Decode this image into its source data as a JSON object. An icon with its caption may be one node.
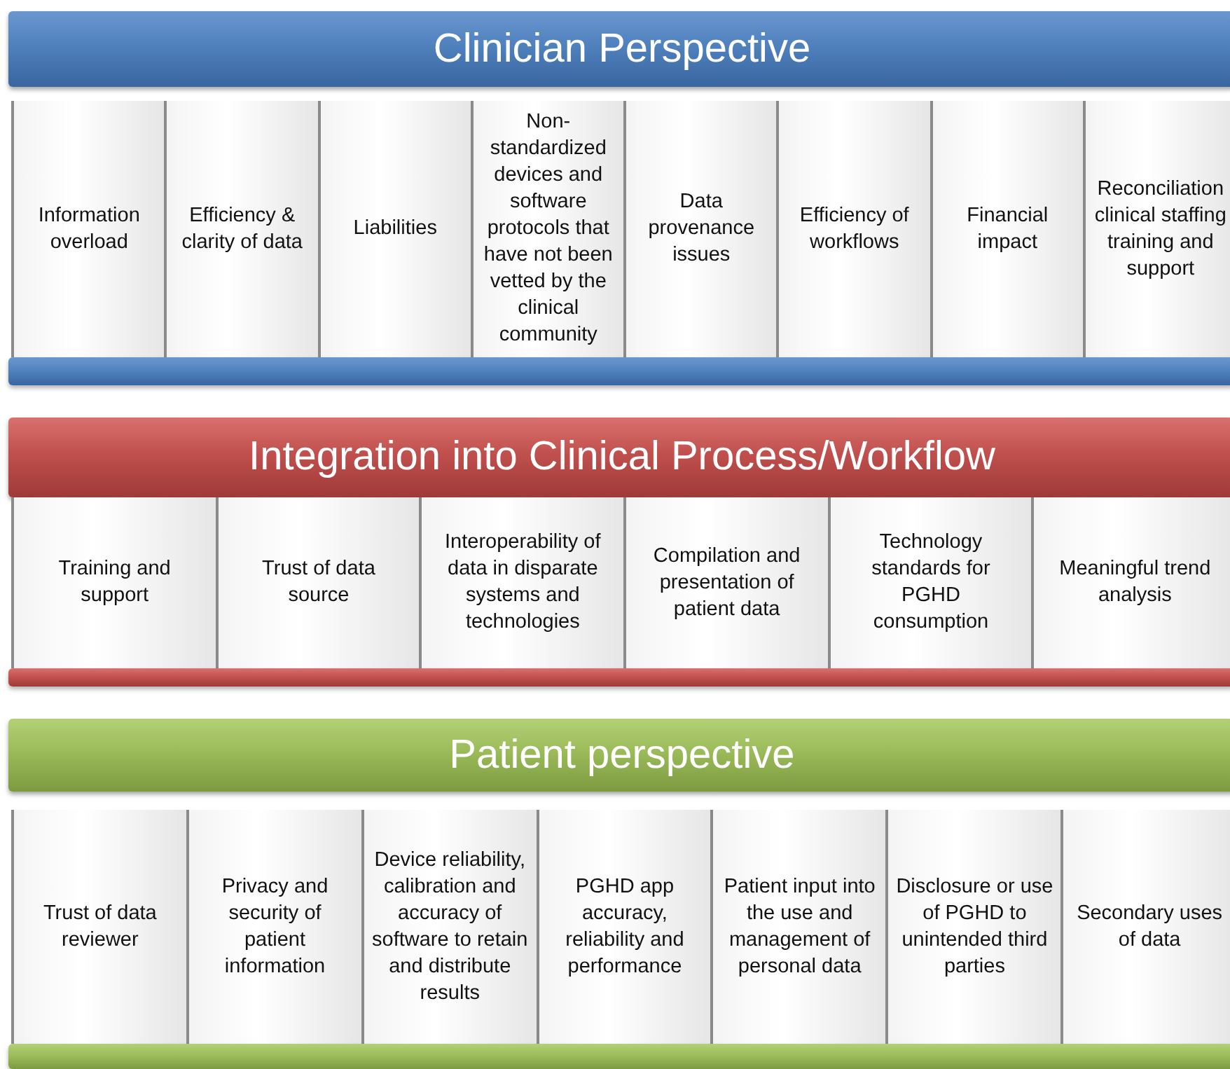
{
  "diagram": {
    "nodes": [
      {
        "text": [
          "Clinician Perspective"
        ]
      },
      {
        "text": [
          "Information overload"
        ]
      },
      {
        "text": [
          "Efficiency & clarity of data"
        ]
      },
      {
        "text": [
          "Liabilities"
        ]
      },
      {
        "text": [
          "Non-standardized devices and software protocols that have not been vetted by the clinical community"
        ]
      },
      {
        "text": [
          "Data provenance issues"
        ]
      },
      {
        "text": [
          "Efficiency of workflows"
        ]
      },
      {
        "text": [
          "Financial impact"
        ]
      },
      {
        "text": [
          "Reconciliation clinical staffing training and support"
        ]
      },
      {
        "text": [],
        "shape": "bar"
      },
      {
        "text": [
          "Integration into Clinical Process/Workflow"
        ]
      },
      {
        "text": [
          "Training and support"
        ]
      },
      {
        "text": [
          "Trust of data source"
        ]
      },
      {
        "text": [
          "Interoperability of data in disparate systems and technologies"
        ]
      },
      {
        "text": [
          "Compilation and presentation of patient data"
        ]
      },
      {
        "text": [
          "Technology standards for PGHD consumption"
        ]
      },
      {
        "text": [
          "Meaningful trend analysis"
        ]
      },
      {
        "text": [],
        "shape": "bar"
      },
      {
        "text": [
          "Patient perspective"
        ]
      },
      {
        "text": [
          "Trust of data reviewer"
        ]
      },
      {
        "text": [
          "Privacy and security of patient information"
        ]
      },
      {
        "text": [
          "Device reliability, calibration and accuracy of software to retain and distribute results"
        ]
      },
      {
        "text": [
          "PGHD app accuracy, reliability and performance"
        ]
      },
      {
        "text": [
          "Patient input into the use and management of personal data"
        ]
      },
      {
        "text": [
          "Disclosure or use of PGHD to unintended third parties"
        ]
      },
      {
        "text": [
          "Secondary uses of data"
        ]
      },
      {
        "text": [],
        "shape": "bar"
      }
    ]
  }
}
